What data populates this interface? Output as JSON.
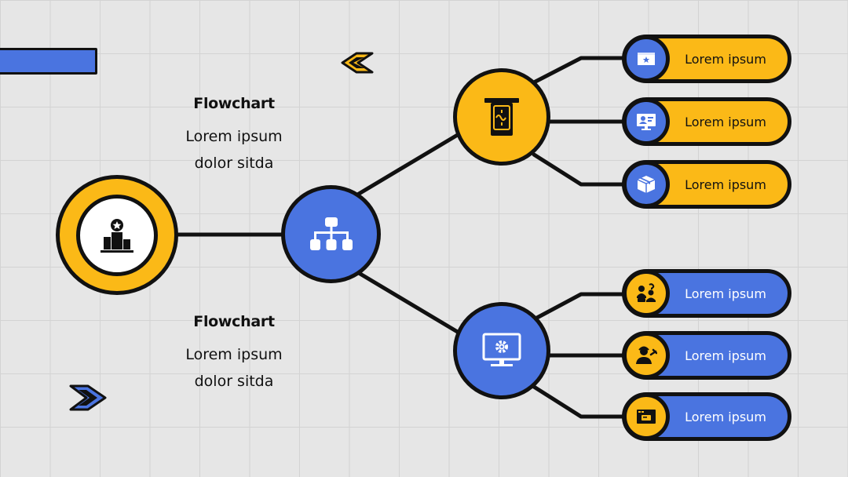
{
  "colors": {
    "accent_yellow": "#fbb917",
    "accent_blue": "#4a74e0",
    "outline": "#111111",
    "background": "#e6e6e6"
  },
  "text_blocks": [
    {
      "title": "Flowchart",
      "line1": "Lorem ipsum",
      "line2": "dolor sitda"
    },
    {
      "title": "Flowchart",
      "line1": "Lorem ipsum",
      "line2": "dolor sitda"
    }
  ],
  "nodes": {
    "root": {
      "icon": "podium-star-icon"
    },
    "hub": {
      "icon": "hierarchy-icon"
    },
    "branch_top": {
      "icon": "atm-cash-icon"
    },
    "branch_bottom": {
      "icon": "monitor-gear-icon"
    }
  },
  "leaves_top": [
    {
      "label": "Lorem ipsum",
      "icon": "browser-window-icon"
    },
    {
      "label": "Lorem ipsum",
      "icon": "monitor-user-icon"
    },
    {
      "label": "Lorem ipsum",
      "icon": "package-box-icon"
    }
  ],
  "leaves_bottom": [
    {
      "label": "Lorem ipsum",
      "icon": "consult-question-icon"
    },
    {
      "label": "Lorem ipsum",
      "icon": "support-agent-icon"
    },
    {
      "label": "Lorem ipsum",
      "icon": "browser-card-icon"
    }
  ]
}
